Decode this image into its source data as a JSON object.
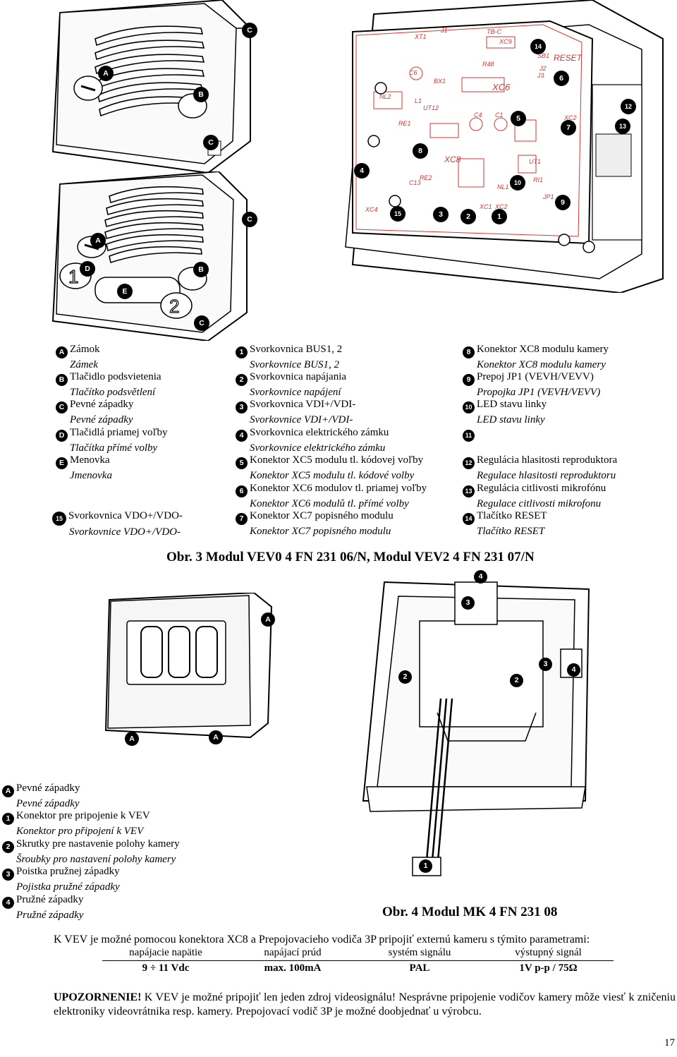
{
  "fig3": {
    "caption": "Obr. 3 Modul VEV0 4 FN 231 06/N, Modul VEV2 4 FN 231 07/N",
    "callouts": [
      "A",
      "B",
      "C",
      "C",
      "A",
      "B",
      "C",
      "C",
      "D",
      "E",
      "1",
      "2",
      "3",
      "4",
      "5",
      "6",
      "7",
      "8",
      "9",
      "10",
      "12",
      "13",
      "14",
      "15"
    ],
    "board_labels": [
      "J1",
      "TB-C",
      "XT1",
      "XC9",
      "SB1",
      "RESET",
      "J2",
      "J3",
      "R48",
      "C6",
      "BX1",
      "XC6",
      "NL2",
      "L1",
      "UT12",
      "C4",
      "C1",
      "RE1",
      "XC2",
      "XC8",
      "RE2",
      "C13",
      "XC4",
      "NL1",
      "XC1",
      "XC2",
      "JP1",
      "RI1",
      "UT1"
    ],
    "legend_col1": [
      {
        "badge": "A",
        "sk": "Zámok",
        "cz": "Zámek"
      },
      {
        "badge": "B",
        "sk": "Tlačidlo podsvietenia",
        "cz": "Tlačítko podsvětlení"
      },
      {
        "badge": "C",
        "sk": "Pevné západky",
        "cz": "Pevné západky"
      },
      {
        "badge": "D",
        "sk": "Tlačidlá priamej voľby",
        "cz": "Tlačítka přímé volby"
      },
      {
        "badge": "E",
        "sk": "Menovka",
        "cz": "Jmenovka"
      },
      {
        "badge": "15",
        "sk": "Svorkovnica VDO+/VDO-",
        "cz": "Svorkovnice VDO+/VDO-"
      }
    ],
    "legend_col2": [
      {
        "badge": "1",
        "sk": "Svorkovnica BUS1, 2",
        "cz": "Svorkovnice BUS1, 2"
      },
      {
        "badge": "2",
        "sk": "Svorkovnica napájania",
        "cz": "Svorkovnice napájení"
      },
      {
        "badge": "3",
        "sk": "Svorkovnica VDI+/VDI-",
        "cz": "Svorkovnice VDI+/VDI-"
      },
      {
        "badge": "4",
        "sk": "Svorkovnica elektrického zámku",
        "cz": "Svorkovnice elektrického zámku"
      },
      {
        "badge": "5",
        "sk": "Konektor XC5 modulu tl. kódovej voľby",
        "cz": "Konektor XC5 modulu tl. kódové volby"
      },
      {
        "badge": "6",
        "sk": "Konektor XC6 modulov tl. priamej voľby",
        "cz": "Konektor XC6 modulů tl. přímé volby"
      },
      {
        "badge": "7",
        "sk": "Konektor XC7 popisného modulu",
        "cz": "Konektor XC7 popisného modulu"
      }
    ],
    "legend_col3": [
      {
        "badge": "8",
        "sk": "Konektor XC8 modulu kamery",
        "cz": "Konektor XC8 modulu kamery"
      },
      {
        "badge": "9",
        "sk": "Prepoj JP1 (VEVH/VEVV)",
        "cz": "Propojka JP1 (VEVH/VEVV)"
      },
      {
        "badge": "10",
        "sk": "LED stavu linky",
        "cz": "LED stavu linky"
      },
      {
        "badge": "11",
        "sk": "",
        "cz": ""
      },
      {
        "badge": "12",
        "sk": "Regulácia hlasitosti reproduktora",
        "cz": "Regulace hlasitosti reproduktoru"
      },
      {
        "badge": "13",
        "sk": "Regulácia citlivosti mikrofónu",
        "cz": "Regulace citlivosti mikrofonu"
      },
      {
        "badge": "14",
        "sk": "Tlačítko RESET",
        "cz": "Tlačítko RESET"
      }
    ]
  },
  "fig4": {
    "caption": "Obr. 4 Modul MK 4 FN 231 08",
    "callouts": [
      "A",
      "A",
      "A",
      "4",
      "3",
      "3",
      "4",
      "2",
      "2",
      "1"
    ],
    "legend": [
      {
        "badge": "A",
        "sk": "Pevné západky",
        "cz": "Pevné západky"
      },
      {
        "badge": "1",
        "sk": "Konektor pre pripojenie k VEV",
        "cz": "Konektor pro připojení k VEV"
      },
      {
        "badge": "2",
        "sk": "Skrutky pre nastavenie polohy kamery",
        "cz": "Šroubky pro nastavení polohy kamery"
      },
      {
        "badge": "3",
        "sk": "Poistka pružnej západky",
        "cz": "Pojistka pružné západky"
      },
      {
        "badge": "4",
        "sk": "Pružné západky",
        "cz": "Pružné západky"
      }
    ]
  },
  "camera_text": "K VEV je možné pomocou konektora XC8 a Prepojovacieho vodiča 3P pripojiť externú kameru s týmito parametrami:",
  "params": {
    "headers": [
      "napájacie napätie",
      "napájací prúd",
      "systém signálu",
      "výstupný signál"
    ],
    "values": [
      "9 ÷ 11 Vdc",
      "max. 100mA",
      "PAL",
      "1V p-p / 75Ω"
    ]
  },
  "warning": {
    "title": "UPOZORNENIE!",
    "text": " K VEV je možné pripojiť len jeden zdroj videosignálu! Nesprávne pripojenie vodičov kamery môže viesť k zničeniu elektroniky videovrátnika resp. kamery. Prepojovací vodič 3P je možné doobjednať u výrobcu."
  },
  "page_number": "17"
}
